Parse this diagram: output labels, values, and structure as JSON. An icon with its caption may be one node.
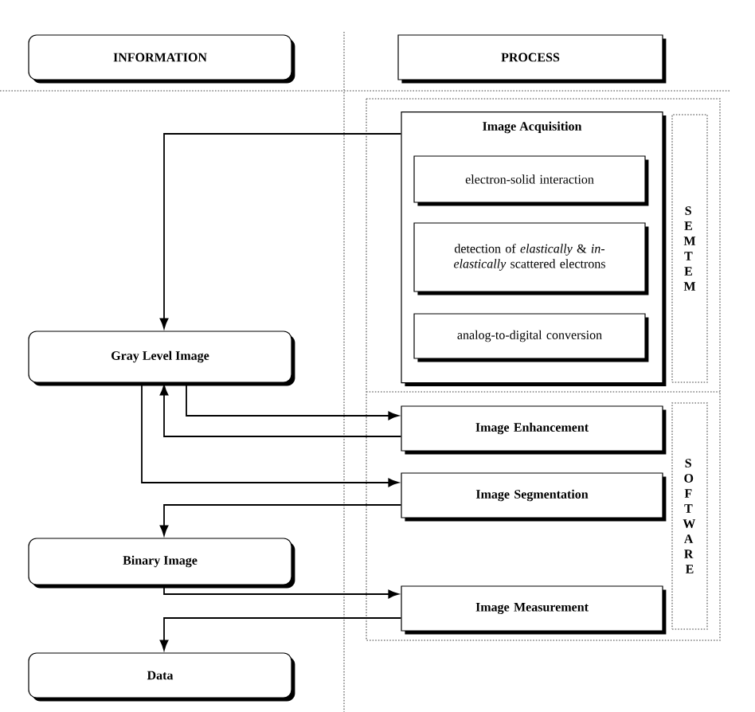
{
  "diagram": {
    "nodes": [
      {
        "text": [
          "INFORMATION"
        ]
      },
      {
        "text": [
          "PROCESS"
        ]
      },
      {
        "text": [
          "Image Acquisition"
        ]
      },
      {
        "text": [
          "electron-solid interaction"
        ],
        "in": 2
      },
      {
        "text": [
          "detection of *elastically* & *in-elastically* scattered electrons"
        ],
        "in": 2
      },
      {
        "text": [
          "analog-to-digital conversion"
        ],
        "in": 2
      },
      {
        "text": [
          "SEM TEM"
        ]
      },
      {
        "text": [
          "Gray Level Image"
        ]
      },
      {
        "text": [
          "Image Enhancement"
        ]
      },
      {
        "text": [
          "SOFTWARE"
        ]
      },
      {
        "text": [
          "Image Segmentation"
        ]
      },
      {
        "text": [
          "Binary Image"
        ]
      },
      {
        "text": [
          "Image Measurement"
        ]
      },
      {
        "text": [
          "Data"
        ]
      }
    ],
    "edges": [
      {
        "from": 2,
        "to": 7,
        "arrow": "to"
      },
      {
        "from": 7,
        "to": 8,
        "arrow": "to"
      },
      {
        "from": 8,
        "to": 7,
        "arrow": "to"
      },
      {
        "from": 7,
        "to": 10,
        "arrow": "to"
      },
      {
        "from": 10,
        "to": 11,
        "arrow": "to"
      },
      {
        "from": 11,
        "to": 12,
        "arrow": "to"
      },
      {
        "from": 12,
        "to": 13,
        "arrow": "to"
      }
    ]
  }
}
